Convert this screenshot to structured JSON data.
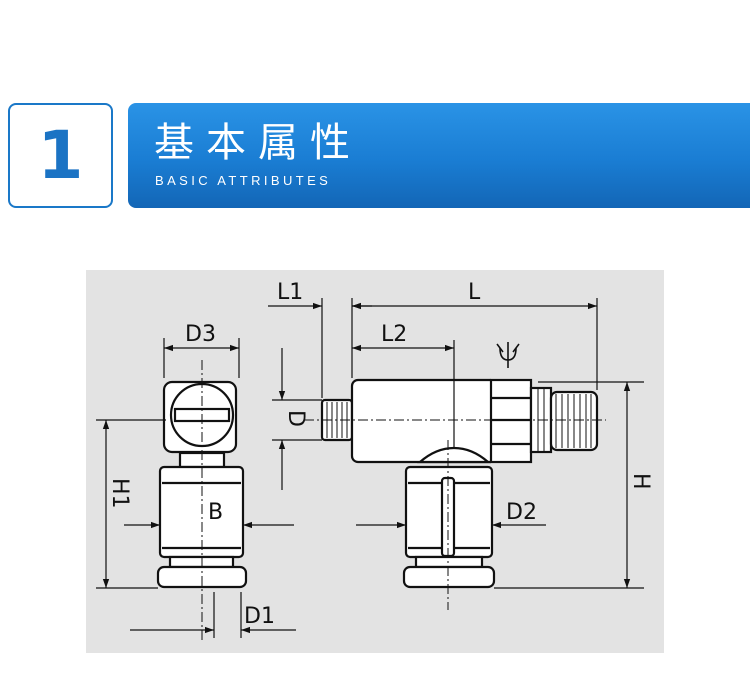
{
  "section": {
    "number": "1",
    "title": "基本属性",
    "subtitle": "BASIC ATTRIBUTES"
  },
  "colors": {
    "accent": "#1a7dd3",
    "accent_dark": "#1366b6",
    "panel_bg": "#e3e3e3",
    "line": "#111111"
  },
  "diagram": {
    "labels": {
      "d3": "D3",
      "l1": "L1",
      "l": "L",
      "l2": "L2",
      "d": "D",
      "h1": "H1",
      "b": "B",
      "d2": "D2",
      "h": "H",
      "d1": "D1"
    }
  }
}
